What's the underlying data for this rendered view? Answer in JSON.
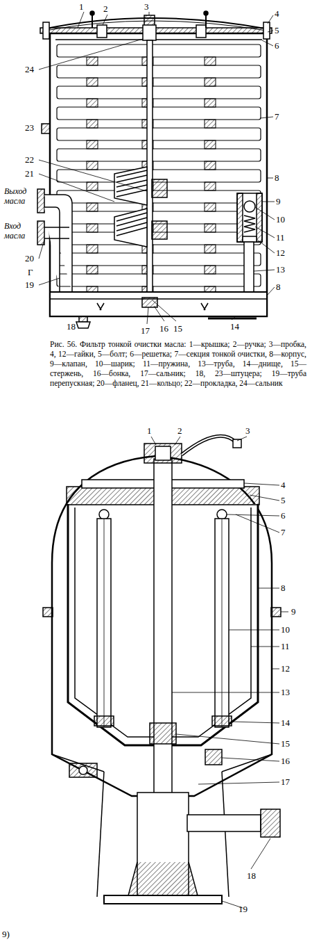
{
  "diagram": {
    "caption": "Рис. 56. Фильтр тонкой очистки масла: 1—крышка; 2—ручка; 3—пробка, 4, 12—гайки, 5—болт; 6—решетка; 7—секция тонкой очистки, 8—корпус, 9—клапан, 10—шарик; 11—пружина, 13—труба, 14—днище, 15—стержень, 16—бонка, 17—сальник; 18, 23—штуцера; 19—труба перепускная; 20—фланец, 21—кольцо; 22—прокладка, 24—сальник",
    "labels": [
      "1",
      "2",
      "3",
      "4",
      "5",
      "6",
      "24",
      "23",
      "7",
      "8",
      "22",
      "21",
      "Выход масла",
      "9",
      "10",
      "Вход масла",
      "11",
      "12",
      "20",
      "13",
      "Г",
      "19",
      "8",
      "18",
      "17",
      "16",
      "15",
      "14",
      "1",
      "2",
      "3",
      "4",
      "5",
      "6",
      "7",
      "8",
      "9",
      "10",
      "11",
      "12",
      "13",
      "14",
      "15",
      "16",
      "17",
      "18",
      "19",
      "9)"
    ]
  }
}
